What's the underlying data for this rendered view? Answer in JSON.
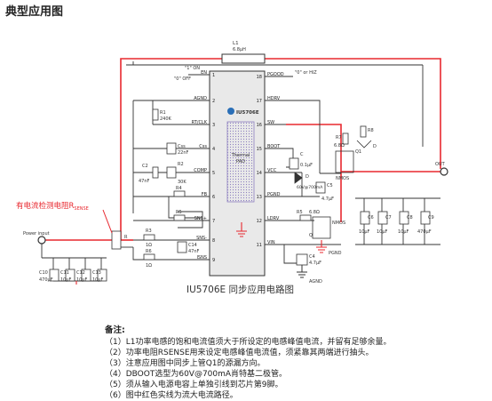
{
  "header": {
    "title": "典型应用图"
  },
  "diagram": {
    "chip_name": "IU5706E",
    "logo_text": "IU5706E",
    "thermal_pad": [
      "Thermal",
      "PAD"
    ],
    "pins_left": [
      {
        "num": "1",
        "name": "EN"
      },
      {
        "num": "2",
        "name": "AGND"
      },
      {
        "num": "3",
        "name": "RT/CLK"
      },
      {
        "num": "4",
        "name": "Css"
      },
      {
        "num": "5",
        "name": "COMP"
      },
      {
        "num": "6",
        "name": "FB"
      },
      {
        "num": "7",
        "name": "SNS+"
      },
      {
        "num": "8",
        "name": "SNS-"
      },
      {
        "num": "9",
        "name": "ISNS"
      }
    ],
    "pins_right": [
      {
        "num": "18",
        "name": "PGOOD"
      },
      {
        "num": "17",
        "name": "HDRV"
      },
      {
        "num": "16",
        "name": "SW"
      },
      {
        "num": "15",
        "name": "BOOT"
      },
      {
        "num": "14",
        "name": "VCC"
      },
      {
        "num": "13",
        "name": "PGND"
      },
      {
        "num": "12",
        "name": "LDRV"
      },
      {
        "num": "11",
        "name": "VIN"
      }
    ],
    "labels": {
      "l1": "L1",
      "l1_val": "6.8μH",
      "en_on": "\"1\" ON",
      "en_off": "\"0\" OFF",
      "pgood_note": "\"0\" or HiZ",
      "r1": "R1",
      "r1_val": "240K",
      "css": "Css",
      "css_val": "22nF",
      "c2": "C2",
      "c2_val": "47nF",
      "r2": "R2",
      "r2_val": "30K",
      "r4": "R4",
      "r5": "R5",
      "r3": "R3",
      "r3_val": "1Ω",
      "c14": "C14",
      "c14_val": "47nF",
      "r6": "R6",
      "r6_val": "1Ω",
      "rsense": "R",
      "cboot": "C",
      "cboot_val": "0.1μF",
      "dboot": "D",
      "dboot_val": "60V@700mA",
      "c5": "C5",
      "c5_val": "4.7μF",
      "r8": "R8",
      "r7": "R7",
      "r7_val": "6.8Ω",
      "q1": "Q1",
      "dq": "D",
      "nmos_top": "NMOS",
      "nmos_bot": "NMOS",
      "ldrv_val": "6.8Ω",
      "r_ldrv": "R5",
      "q2": "Q",
      "c4": "C4",
      "c4_val": "4.7μF",
      "pgnd": "PGND",
      "agnd": "AGND",
      "out": "OUT",
      "power_input": "Power input",
      "c6": "C6",
      "c7": "C7",
      "c8": "C8",
      "c9": "C9",
      "cout_small": "10μF",
      "cout_big": "470μF",
      "c10": "C10",
      "c10_val": "470μF",
      "c11": "C11",
      "c12": "C12",
      "c13": "C13",
      "cin_small": "10μF",
      "sense_annot": "有电流检测电阻R",
      "sense_sub": "SENSE"
    }
  },
  "caption": "IU5706E 同步应用电路图",
  "notes": {
    "heading": "备注:",
    "items": [
      "（1）L1功率电感的饱和电流值须大于所设定的电感峰值电流，并留有足够余量。",
      "（2）功率电阻RSENSE用来设定电感峰值电流值，须紧靠其两端进行抽头。",
      "（3）注意应用图中同步上管Q1的源漏方向。",
      "（4）DBOOT选型为60V@700mA肖特基二极管。",
      "（5）须从输入电源电容上单独引线到芯片第9脚。",
      "（6）图中红色实线为流大电流路径。"
    ]
  },
  "colors": {
    "power_path": "#e8282f",
    "wire": "#333333",
    "chip_body": "#e9e9e9",
    "thermal_pad": "#b9aedc",
    "annotation": "#e8282f"
  }
}
